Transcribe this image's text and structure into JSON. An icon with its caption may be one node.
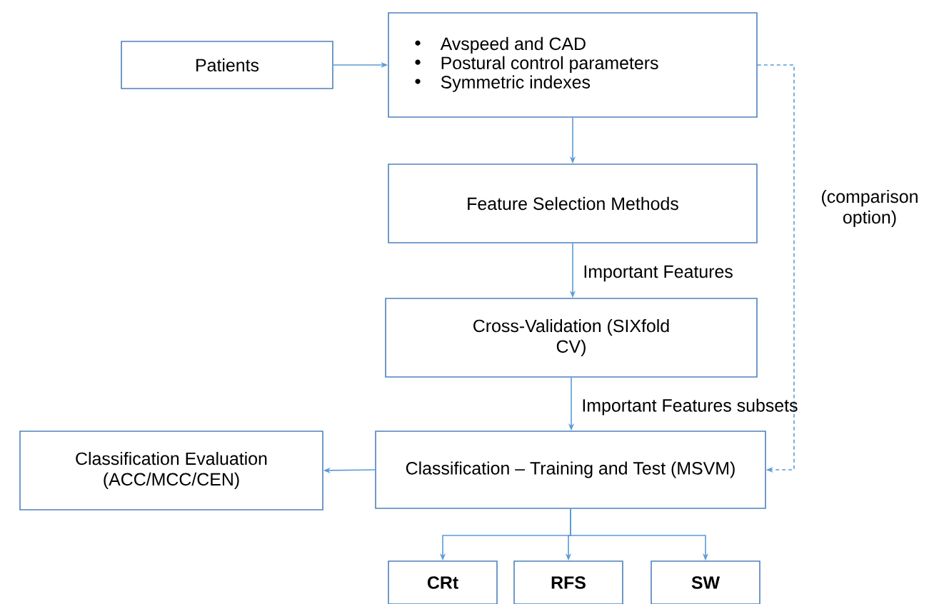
{
  "diagram": {
    "nodes": [
      {
        "text": [
          "Patients"
        ]
      },
      {
        "text": [
          "Avspeed and CAD",
          "Postural control parameters",
          "Symmetric indexes"
        ]
      },
      {
        "text": [
          "Feature Selection Methods"
        ]
      },
      {
        "text": [
          "Cross-Validation (SIXfold CV)"
        ]
      },
      {
        "text": [
          "Classification – Training and Test (MSVM)"
        ]
      },
      {
        "text": [
          "Classification Evaluation (ACC/MCC/CEN)"
        ]
      },
      {
        "text": [
          "CRt"
        ]
      },
      {
        "text": [
          "RFS"
        ]
      },
      {
        "text": [
          "SW"
        ]
      }
    ],
    "edges": [
      {
        "from": 0,
        "to": 1,
        "arrow": "to"
      },
      {
        "from": 1,
        "to": 2,
        "arrow": "to"
      },
      {
        "from": 2,
        "to": 3,
        "arrow": "to",
        "label": "Important Features"
      },
      {
        "from": 3,
        "to": 4,
        "arrow": "to",
        "label": "Important Features subsets"
      },
      {
        "from": 4,
        "to": 5,
        "arrow": "to"
      },
      {
        "from": 1,
        "to": 4,
        "arrow": "to",
        "style": "dashed",
        "label": "(comparison option)"
      },
      {
        "from": 4,
        "to": 6,
        "arrow": "to"
      },
      {
        "from": 4,
        "to": 7,
        "arrow": "to"
      },
      {
        "from": 4,
        "to": 8,
        "arrow": "to"
      }
    ]
  }
}
